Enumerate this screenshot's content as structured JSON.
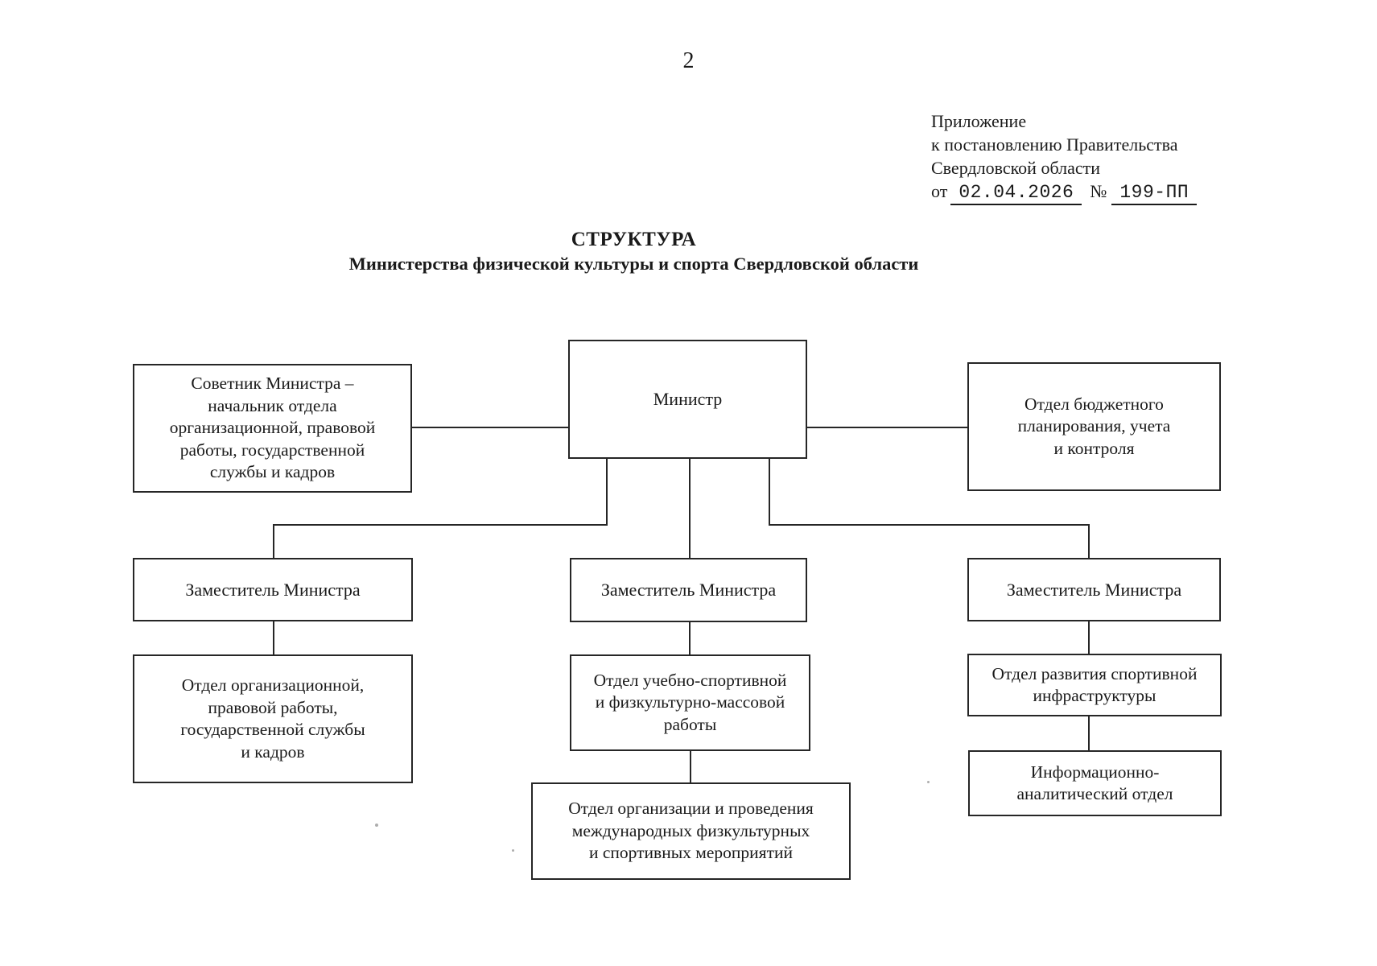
{
  "page": {
    "number": "2"
  },
  "appendix": {
    "lines": [
      "Приложение",
      "к постановлению Правительства",
      "Свердловской области"
    ],
    "from_label": "от",
    "date": "02.04.2026",
    "no_sign": "№",
    "doc_number": "199-ПП"
  },
  "title": {
    "heading": "СТРУКТУРА",
    "subheading": "Министерства физической культуры и спорта Свердловской области"
  },
  "org_chart": {
    "nodes": {
      "minister": {
        "label": "Министр"
      },
      "advisor": {
        "label": "Советник Министра –\nначальник отдела\nорганизационной, правовой\nработы, государственной\nслужбы и кадров"
      },
      "budget_dept": {
        "label": "Отдел бюджетного\nпланирования, учета\nи контроля"
      },
      "deputy_left": {
        "label": "Заместитель Министра"
      },
      "deputy_center": {
        "label": "Заместитель Министра"
      },
      "deputy_right": {
        "label": "Заместитель Министра"
      },
      "org_dept": {
        "label": "Отдел организационной,\nправовой работы,\nгосударственной службы\nи кадров"
      },
      "sport_dept": {
        "label": "Отдел учебно-спортивной\nи физкультурно-массовой\nработы"
      },
      "intl_dept": {
        "label": "Отдел организации и проведения\nмеждународных физкультурных\nи спортивных мероприятий"
      },
      "infra_dept": {
        "label": "Отдел развития спортивной\nинфраструктуры"
      },
      "info_dept": {
        "label": "Информационно-\nаналитический отдел"
      }
    },
    "edges": [
      [
        "advisor",
        "minister"
      ],
      [
        "minister",
        "budget_dept"
      ],
      [
        "minister",
        "deputy_left"
      ],
      [
        "minister",
        "deputy_center"
      ],
      [
        "minister",
        "deputy_right"
      ],
      [
        "deputy_left",
        "org_dept"
      ],
      [
        "deputy_center",
        "sport_dept"
      ],
      [
        "sport_dept",
        "intl_dept"
      ],
      [
        "deputy_right",
        "infra_dept"
      ],
      [
        "infra_dept",
        "info_dept"
      ]
    ]
  },
  "colors": {
    "background": "#ffffff",
    "border": "#262626",
    "text": "#1a1a1a"
  }
}
